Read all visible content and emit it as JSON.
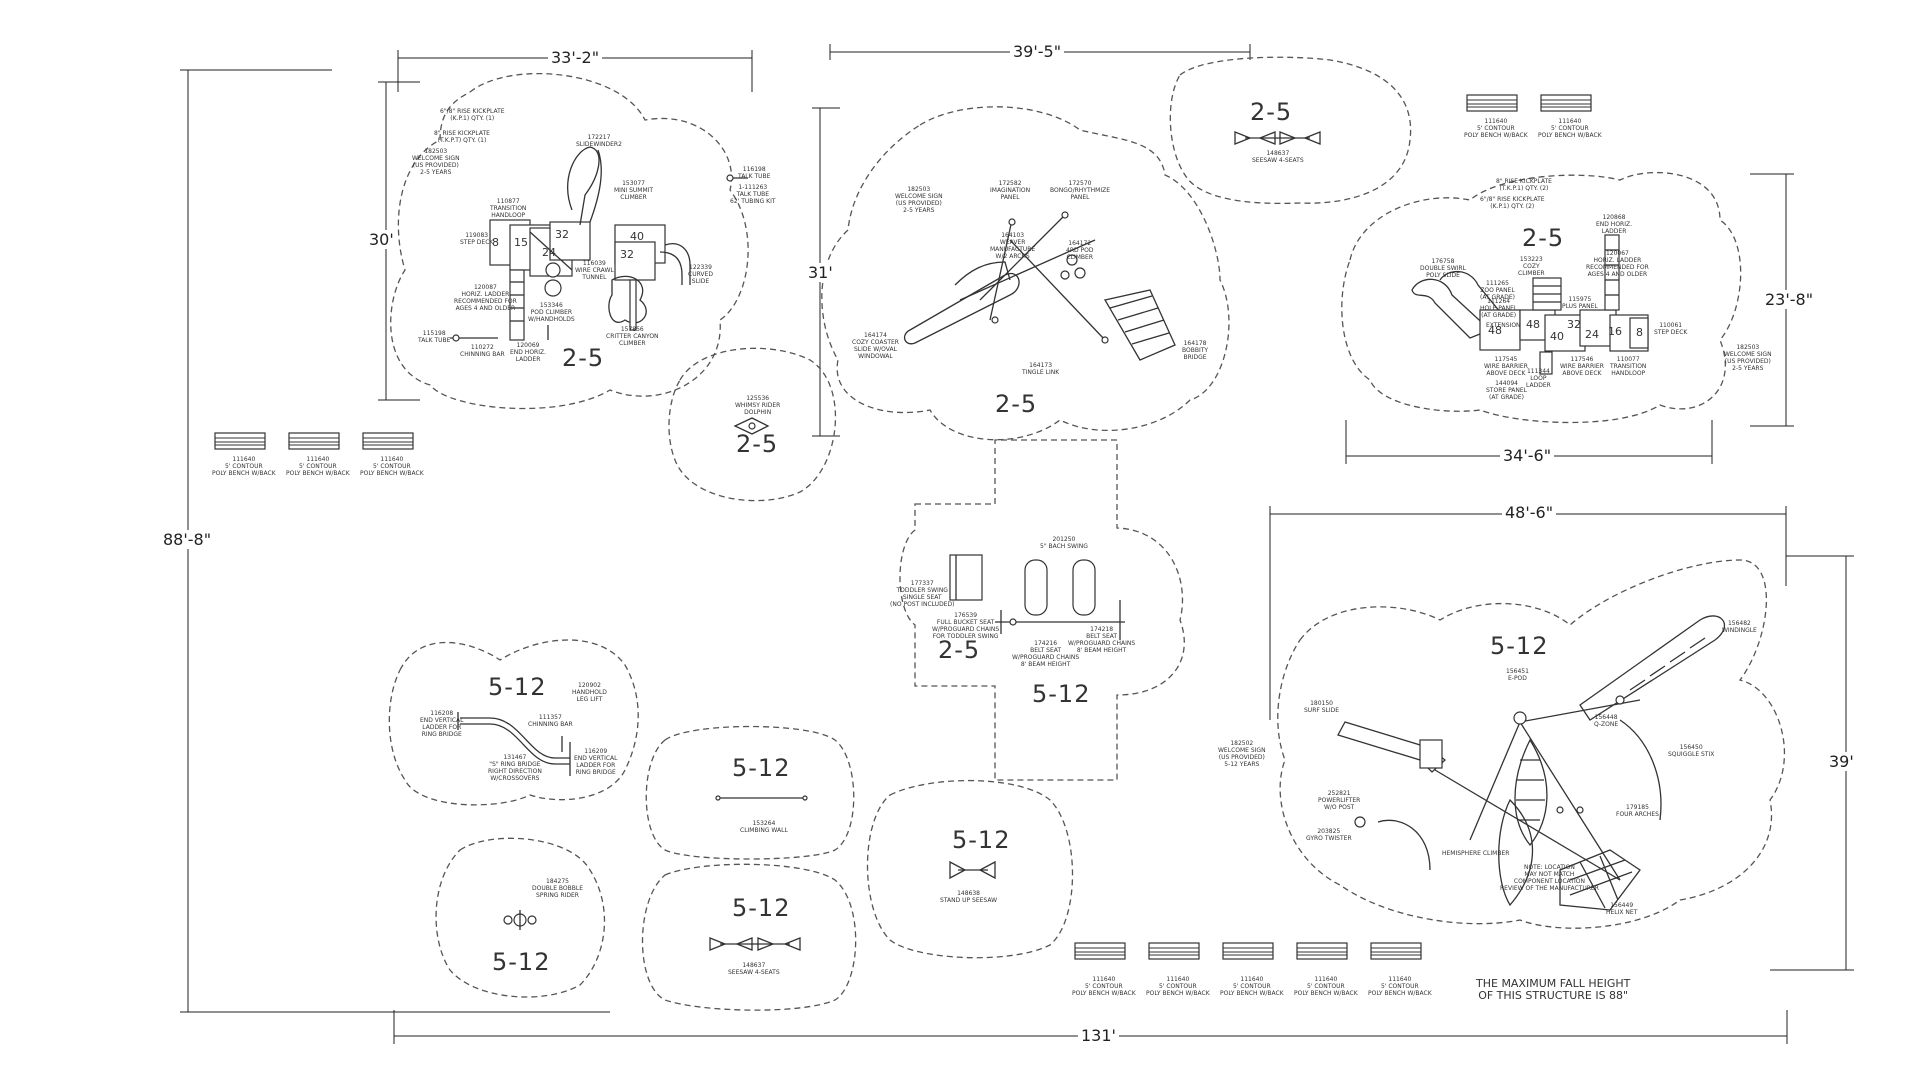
{
  "dimensions": {
    "top_left_width": "33'-2\"",
    "top_center_width": "39'-5\"",
    "left_overall_height": "88'-8\"",
    "top_left_height": "30'",
    "top_center_height": "31'",
    "right_top_height": "23'-8\"",
    "right_top_width": "34'-6\"",
    "right_bottom_width": "48'-6\"",
    "right_bottom_height": "39'",
    "overall_width": "131'"
  },
  "age_labels": {
    "tl_struct": "2-5",
    "dolphin": "2-5",
    "center_struct": "2-5",
    "seesaw_top": "2-5",
    "tr_struct": "2-5",
    "swing_toddler": "2-5",
    "swing_belt": "5-12",
    "ring_bridge": "5-12",
    "climbing_wall": "5-12",
    "spring_rider": "5-12",
    "seesaw_bottom": "5-12",
    "stand_up_seesaw": "5-12",
    "br_struct": "5-12"
  },
  "deck_numbers": {
    "tl": [
      "8",
      "15",
      "24",
      "32",
      "40",
      "32"
    ],
    "tr": [
      "48",
      "48",
      "40",
      "32",
      "24",
      "16",
      "8"
    ]
  },
  "equipment_labels": {
    "tl_kickplate_1": "6\"/8\" RISE KICKPLATE\n(K.P.1) QTY. (1)",
    "tl_kickplate_2": "8\" RISE KICKPLATE\n(T.K.P.T) QTY. (1)",
    "tl_welcome": "182503\nWELCOME SIGN\n(US PROVIDED)\n2-5 YEARS",
    "tl_slidewinder": "172217\nSLIDEWINDER2",
    "tl_talk_tube_top": "116198\nTALK TUBE",
    "tl_talk_tube_kit": "1-111263\nTALK TUBE\n62' TUBING KIT",
    "tl_transition": "110877\nTRANSITION\nHANDLOOP",
    "tl_mini_summit": "153077\nMINI SUMMIT\nCLIMBER",
    "tl_step_deck": "119083\nSTEP DECK",
    "tl_curved_slide": "122339\nCURVED\nSLIDE",
    "tl_horiz_ladder": "120087\nHORIZ. LADDER\nRECOMMENDED FOR\nAGES 4 AND OLDER",
    "tl_wire_crawl": "116039\nWIRE CRAWL\nTUNNEL",
    "tl_pod_climber": "153346\nPOD CLIMBER\nW/HANDHOLDS",
    "tl_critter": "157856\nCRITTER CANYON\nCLIMBER",
    "tl_talk_tube_bottom": "115198\nTALK TUBE",
    "tl_chinning": "110272\nCHINNING BAR",
    "tl_end_horiz": "120069\nEND HORIZ.\nLADDER",
    "center_welcome": "182503\nWELCOME SIGN\n(US PROVIDED)\n2-5 YEARS",
    "center_imagination": "172582\nIMAGINATION\nPANEL",
    "center_bongo": "172570\nBONGO/RHYTHMIZE\nPANEL",
    "center_weaver": "164103\nWEAVER\nMANUFACTURE\nW/2 ARCHS",
    "center_pod_climber": "164172\n4RD POD\nCLIMBER",
    "center_cozy": "164174\nCOZY COASTER\nSLIDE W/OVAL\nWINDOWAL",
    "center_bobbity": "164178\nBOBBITY\nBRIDGE",
    "center_tingle": "164173\nTINGLE LINK",
    "dolphin": "125536\nWHIMSY RIDER\nDOLPHIN",
    "seesaw_top": "148637\nSEESAW 4-SEATS",
    "tr_kickplate_1": "8\" RISE KICKPLATE\n(T.K.P.1) QTY. (2)",
    "tr_kickplate_2": "6\"/8\" RISE KICKPLATE\n(K.P.1) QTY. (2)",
    "tr_end_horiz": "120868\nEND HORIZ.\nLADDER",
    "tr_double_swirl": "176758\nDOUBLE SWIRL\nPOLY SLIDE",
    "tr_cozy_climber": "153223\nCOZY\nCLIMBER",
    "tr_horiz_ladder": "120067\nHORIZ. LADDER\nRECOMMENDED FOR\nAGES 4 AND OLDER",
    "tr_zoo_panel": "111265\nZOO PANEL\n(AT GRADE)",
    "tr_hole_panel": "111264\nHOLE PANEL\n(AT GRADE)",
    "tr_plus_panel": "115975\nPLUS PANEL",
    "tr_extension": "EXTENSION",
    "tr_step_deck": "110061\nSTEP DECK",
    "tr_wire_barrier_above": "117545\nWIRE BARRIER\nABOVE DECK",
    "tr_store_panel": "144094\nSTORE PANEL\n(AT GRADE)",
    "tr_loop_ladder": "111344\nLOOP\nLADDER",
    "tr_wire_barrier": "117546\nWIRE BARRIER\nABOVE DECK",
    "tr_transition": "110077\nTRANSITION\nHANDLOOP",
    "tr_welcome": "182503\nWELCOME SIGN\n(US PROVIDED)\n2-5 YEARS",
    "swing_toddler": "177337\nTODDLER SWING\nSINGLE SEAT\n(NO POST INCLUDED)",
    "swing_bucket": "176539\nFULL BUCKET SEAT\nW/PROGUARD CHAINS\nFOR TODDLER SWING",
    "swing_frame": "201250\n5\" BACH SWING",
    "swing_belt_a": "174216\nBELT SEAT\nW/PROGUARD CHAINS\n8' BEAM HEIGHT",
    "swing_belt_b": "174218\nBELT SEAT\nW/PROGUARD CHAINS\n8' BEAM HEIGHT",
    "ring_end_vertical": "116208\nEND VERTICAL\nLADDER FOR\nRING BRIDGE",
    "ring_chinning": "111357\nCHINNING BAR",
    "ring_handhold": "120902\nHANDHOLD\nLEG LIFT",
    "ring_s_bridge": "131467\n\"S\" RING BRIDGE\nRIGHT DIRECTION\nW/CROSSOVERS",
    "ring_end_vertical_2": "116209\nEND VERTICAL\nLADDER FOR\nRING BRIDGE",
    "climbing_wall": "153264\nCLIMBING WALL",
    "spring_rider": "184275\nDOUBLE BOBBLE\nSPRING RIDER",
    "seesaw_bottom": "148637\nSEESAW 4-SEATS",
    "stand_up_seesaw": "148638\nSTAND UP SEESAW",
    "br_slide": "180150\nSURF SLIDE",
    "br_welcome": "182502\nWELCOME SIGN\n(US PROVIDED)\n5-12 YEARS",
    "br_e_pod": "156451\nE-POD",
    "br_q_zone": "156448\nQ-ZONE",
    "br_windingle": "156482\nWINDINGLE",
    "br_squiggle": "156450\nSQUIGGLE STIX",
    "br_powerlifter": "252821\nPOWERLIFTER\nW/O POST",
    "br_gyro": "203825\nGYRO TWISTER",
    "br_fours": "179185\nFOUR ARCHES",
    "br_hemisphere": "HEMISPHERE CLIMBER",
    "br_note_location": "NOTE: LOCATION\nMAY NOT MATCH\nCOMPONENT LOCATION\nREVIEW OF THE MANUFACTURER",
    "br_helix": "156449\nHELIX NET"
  },
  "benches": {
    "label": "111640\n5' CONTOUR\nPOLY BENCH W/BACK",
    "left_row": 3,
    "top_right_row": 2,
    "bottom_row": 5
  },
  "fall_height_note": "THE MAXIMUM FALL HEIGHT\nOF THIS STRUCTURE IS 88\""
}
